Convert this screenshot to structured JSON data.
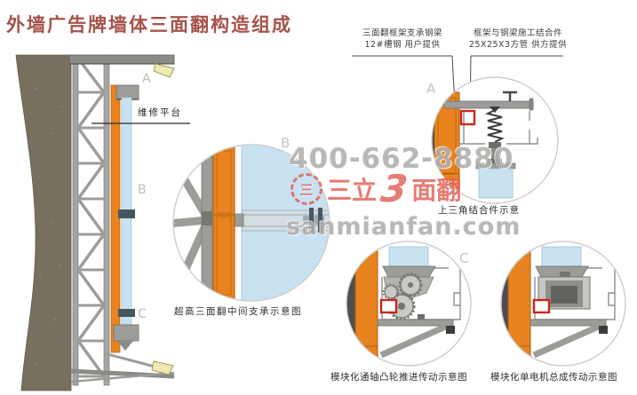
{
  "title": "外墙广告牌墙体三面翻构造组成",
  "annotations": {
    "support_beam": {
      "line1": "三面翻框架支承钢梁",
      "line2": "12#槽钢 用户提供"
    },
    "joint": {
      "line1": "框架与钢梁施工结合件",
      "line2": "25X25X3方管 供方提供"
    }
  },
  "left_assembly": {
    "platform_label": "维修平台",
    "markers": {
      "a": "A",
      "b": "B",
      "c": "C"
    }
  },
  "details": {
    "a": {
      "letter": "A",
      "caption": "上三角结合件示意"
    },
    "b": {
      "letter": "B",
      "caption": "超高三面翻中间支承示意图"
    },
    "c": {
      "letter": "C",
      "caption_cam": "模块化通轴凸轮推进传动示意图",
      "caption_motor": "模块化单电机总成传动示意图"
    }
  },
  "watermark": {
    "phone": "400-662-8880",
    "logo_glyph": "三",
    "brand_prefix": "三立",
    "brand_number": "3",
    "brand_suffix": "面翻",
    "website": "sanmianfan.com"
  },
  "colors": {
    "title_red": "#a5524a",
    "frame_orange": "#e8831f",
    "panel_blue": "#c9e2f1",
    "marker_red": "#c8281c",
    "steel_gray": "#9c9c98",
    "wall_taupe": "#77705e",
    "watermark_gray": "#b1afad",
    "watermark_red": "#de554a"
  }
}
